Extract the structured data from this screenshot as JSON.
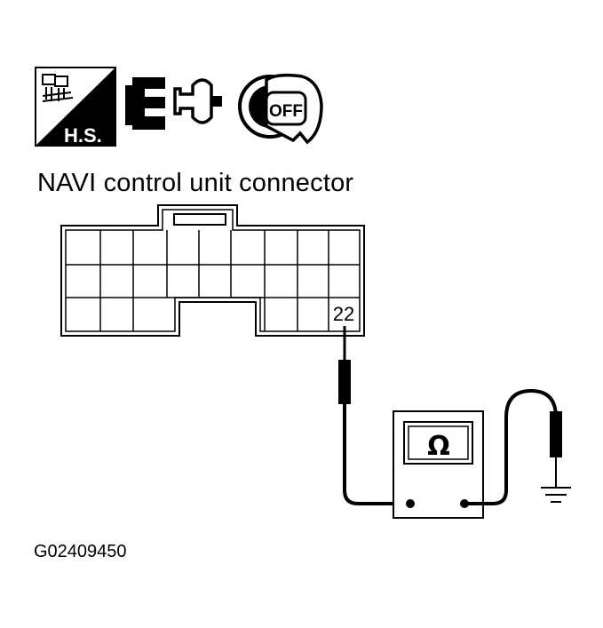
{
  "icons": {
    "harness_badge_text": "H.S.",
    "key_position_text": "OFF",
    "harness_icon": "harness-connector-icon",
    "disconnect_icon": "connector-disconnect-icon",
    "ignition_icon": "ignition-key-off-icon"
  },
  "connector": {
    "label": "NAVI control unit connector",
    "terminal_number": "22"
  },
  "meter": {
    "symbol": "Ω",
    "icon": "ohmmeter-icon"
  },
  "ground_icon": "ground-icon",
  "figure_id": "G02409450"
}
